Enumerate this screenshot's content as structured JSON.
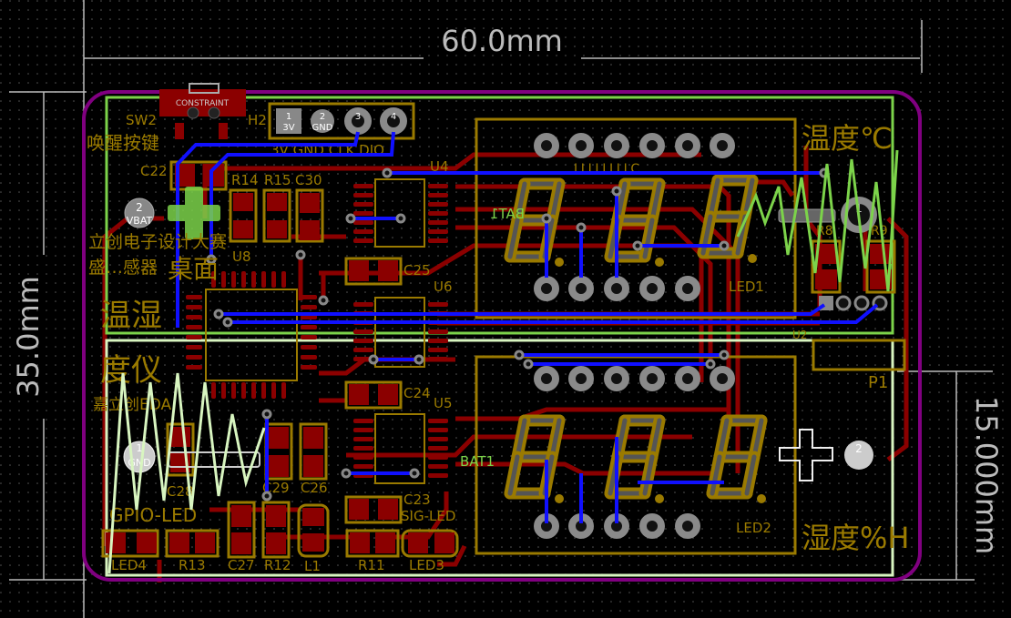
{
  "dimensions": {
    "width": "60.0mm",
    "height": "35.0mm",
    "sub_height": "15.000mm"
  },
  "colors": {
    "background": "#000000",
    "board_outline": "#800080",
    "silkscreen": "#9a7a00",
    "top_copper": "#8b0000",
    "bottom_copper": "#1010ff",
    "region_top": "#7cd34a",
    "region_bottom": "#d8f5c0"
  },
  "designators": {
    "sw2": "SW2",
    "h2": "H2",
    "c22": "C22",
    "r14": "R14",
    "r15": "R15",
    "c30": "C30",
    "u4": "U4",
    "u8": "U8",
    "c25": "C25",
    "u6": "U6",
    "c24": "C24",
    "u5": "U5",
    "c23": "C23",
    "c28": "C28",
    "c29": "C29",
    "c26": "C26",
    "c27": "C27",
    "r12": "R12",
    "r13": "R13",
    "l1": "L1",
    "r11": "R11",
    "led4": "LED4",
    "led3": "LED3",
    "led1": "LED1",
    "led2": "LED2",
    "r8": "R8",
    "r9": "R9",
    "p1": "P1",
    "u2": "U2",
    "bat1": "BAT1",
    "bat1b": "BAT1"
  },
  "sw2_constraint": "CONSTRAINT",
  "h2_pins": [
    {
      "num": "1",
      "name": "3V"
    },
    {
      "num": "2",
      "name": "GND"
    },
    {
      "num": "3",
      "name": ""
    },
    {
      "num": "4",
      "name": ""
    }
  ],
  "h2_label": "3V GND CLK DIO",
  "pads": {
    "vbat_num": "2",
    "vbat_name": "VBAT",
    "gnd_num": "1",
    "gnd_name": "GND",
    "p1_top_num": "1",
    "p2_num": "2"
  },
  "texts": {
    "wake_button": "唤醒按键",
    "contest": "立创电子设计大赛",
    "desktop": "桌面",
    "sensor": "盛…感器",
    "title1": "温湿",
    "title2": "度仪",
    "brand": "嘉立创EDA",
    "gpio_led": "GPIO-LED",
    "sig_led": "SIG-LED",
    "temp": "温度℃",
    "humidity": "湿度%H",
    "led1_pins": "LLLLLLLLC"
  }
}
